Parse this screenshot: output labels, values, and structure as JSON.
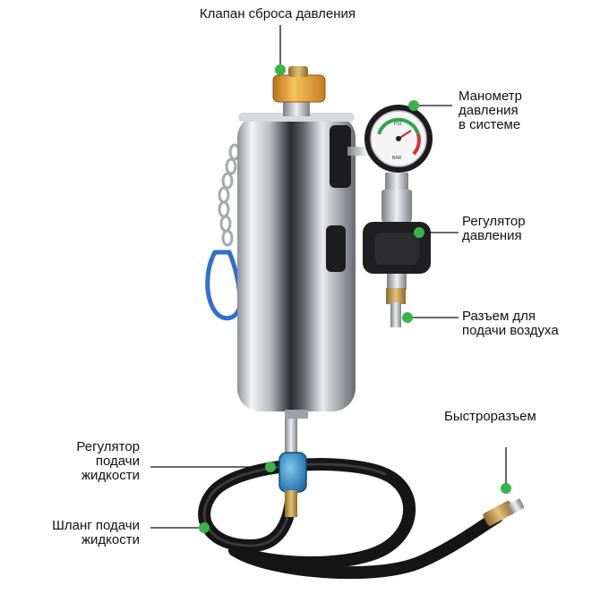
{
  "colors": {
    "callout_dot": "#3ab34a",
    "callout_line": "#111111",
    "label_text": "#111111",
    "tank_metal": "#c9cbd0",
    "hose": "#1a1a1a",
    "cap": "#e8a02a",
    "carabiner": "#2f6fd1"
  },
  "labels": {
    "pressure_release_valve": "Клапан сброса давления",
    "system_pressure_gauge": [
      "Манометр",
      "давления",
      "в системе"
    ],
    "pressure_regulator": [
      "Регулятор",
      "давления"
    ],
    "air_supply_connector": [
      "Разъем для",
      "подачи воздуха"
    ],
    "quick_coupler": "Быстроразъем",
    "fluid_supply_regulator": [
      "Регулятор",
      "подачи",
      "жидкости"
    ],
    "fluid_supply_hose": [
      "Шланг подачи",
      "жидкости"
    ]
  },
  "gauge_text": [
    "PSI",
    "BAR"
  ]
}
